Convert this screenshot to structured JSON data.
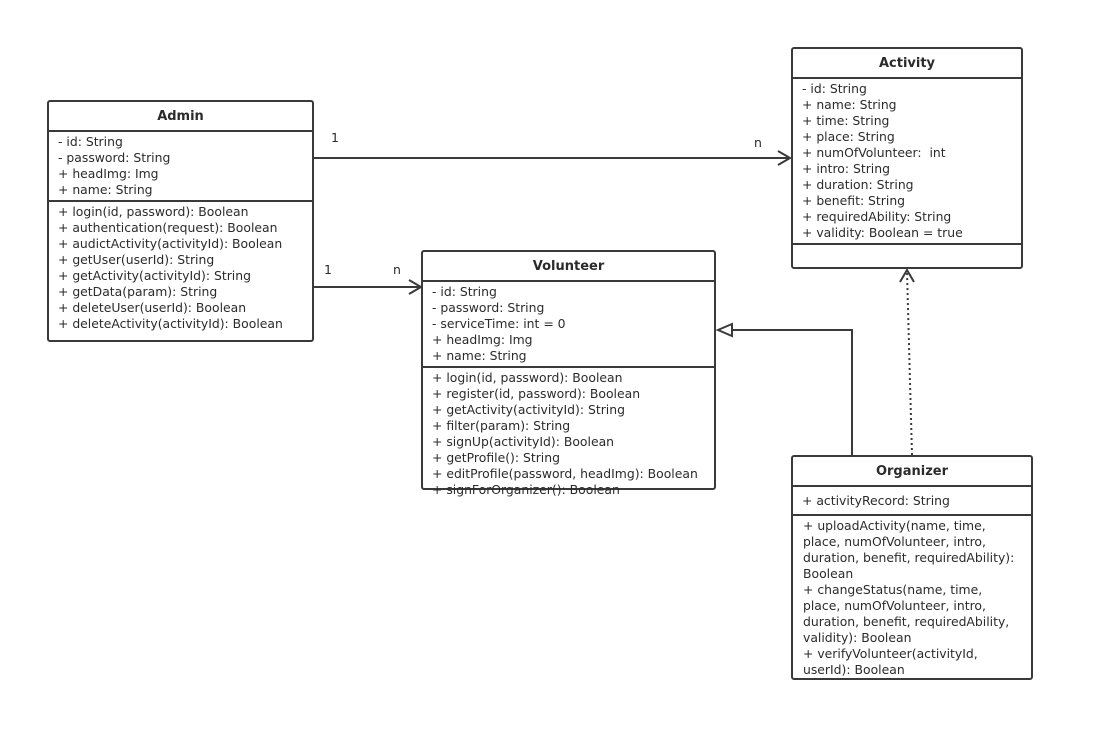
{
  "classes": {
    "admin": {
      "name": "Admin",
      "attributes": [
        "- id: String",
        "- password: String",
        "+ headImg: Img",
        "+ name: String"
      ],
      "methods": [
        "+ login(id, password): Boolean",
        "+ authentication(request): Boolean",
        "+ audictActivity(activityId): Boolean",
        "+ getUser(userId): String",
        "+ getActivity(activityId): String",
        "+ getData(param): String",
        "+ deleteUser(userId): Boolean",
        "+ deleteActivity(activityId): Boolean"
      ]
    },
    "activity": {
      "name": "Activity",
      "attributes": [
        "- id: String",
        "+ name: String",
        "+ time: String",
        "+ place: String",
        "+ numOfVolunteer:  int",
        "+ intro: String",
        "+ duration: String",
        "+ benefit: String",
        "+ requiredAbility: String",
        "+ validity: Boolean = true"
      ],
      "methods": []
    },
    "volunteer": {
      "name": "Volunteer",
      "attributes": [
        "- id: String",
        "- password: String",
        "- serviceTime: int = 0",
        "+ headImg: Img",
        "+ name: String"
      ],
      "methods": [
        "+ login(id, password): Boolean",
        "+ register(id, password): Boolean",
        "+ getActivity(activityId): String",
        "+ filter(param): String",
        "+ signUp(activityId): Boolean",
        "+ getProfile(): String",
        "+ editProfile(password, headImg): Boolean",
        "+ signForOrganizer(): Boolean"
      ]
    },
    "organizer": {
      "name": "Organizer",
      "attributes": [
        "+ activityRecord: String"
      ],
      "methods": [
        "+ uploadActivity(name, time, place, numOfVolunteer, intro, duration, benefit, requiredAbility): Boolean",
        "+ changeStatus(name, time, place, numOfVolunteer, intro, duration, benefit, requiredAbility, validity): Boolean",
        "+ verifyVolunteer(activityId, userId): Boolean"
      ]
    }
  },
  "multiplicities": {
    "admin_activity_source": "1",
    "admin_activity_target": "n",
    "admin_volunteer_source": "1",
    "admin_volunteer_target": "n"
  }
}
